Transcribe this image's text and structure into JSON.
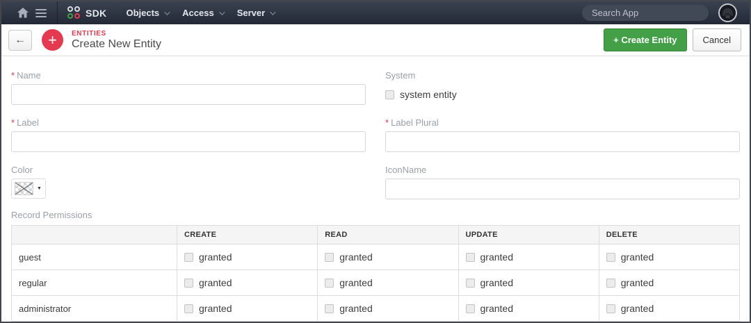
{
  "navbar": {
    "brand": "SDK",
    "menu_objects": "Objects",
    "menu_access": "Access",
    "menu_server": "Server",
    "search_placeholder": "Search App"
  },
  "header": {
    "category": "ENTITIES",
    "title": "Create New Entity",
    "plus_badge": "+",
    "back_arrow": "←",
    "create_button_label": "+ Create Entity",
    "cancel_button_label": "Cancel",
    "dropdown_arrow": "▼"
  },
  "form": {
    "required_marker": "*",
    "name_label": "Name",
    "system_label": "System",
    "system_checkbox_label": "system entity",
    "label_label": "Label",
    "label_plural_label": "Label Plural",
    "color_label": "Color",
    "icon_name_label": "IconName"
  },
  "permissions": {
    "section_label": "Record Permissions",
    "columns": [
      "CREATE",
      "READ",
      "UPDATE",
      "DELETE"
    ],
    "rows": [
      "guest",
      "regular",
      "administrator"
    ],
    "granted_label": "granted"
  },
  "colors": {
    "accent_red": "#e5394f",
    "accent_green": "#43a047",
    "navbar_top": "#3a4250",
    "navbar_bottom": "#232936"
  }
}
